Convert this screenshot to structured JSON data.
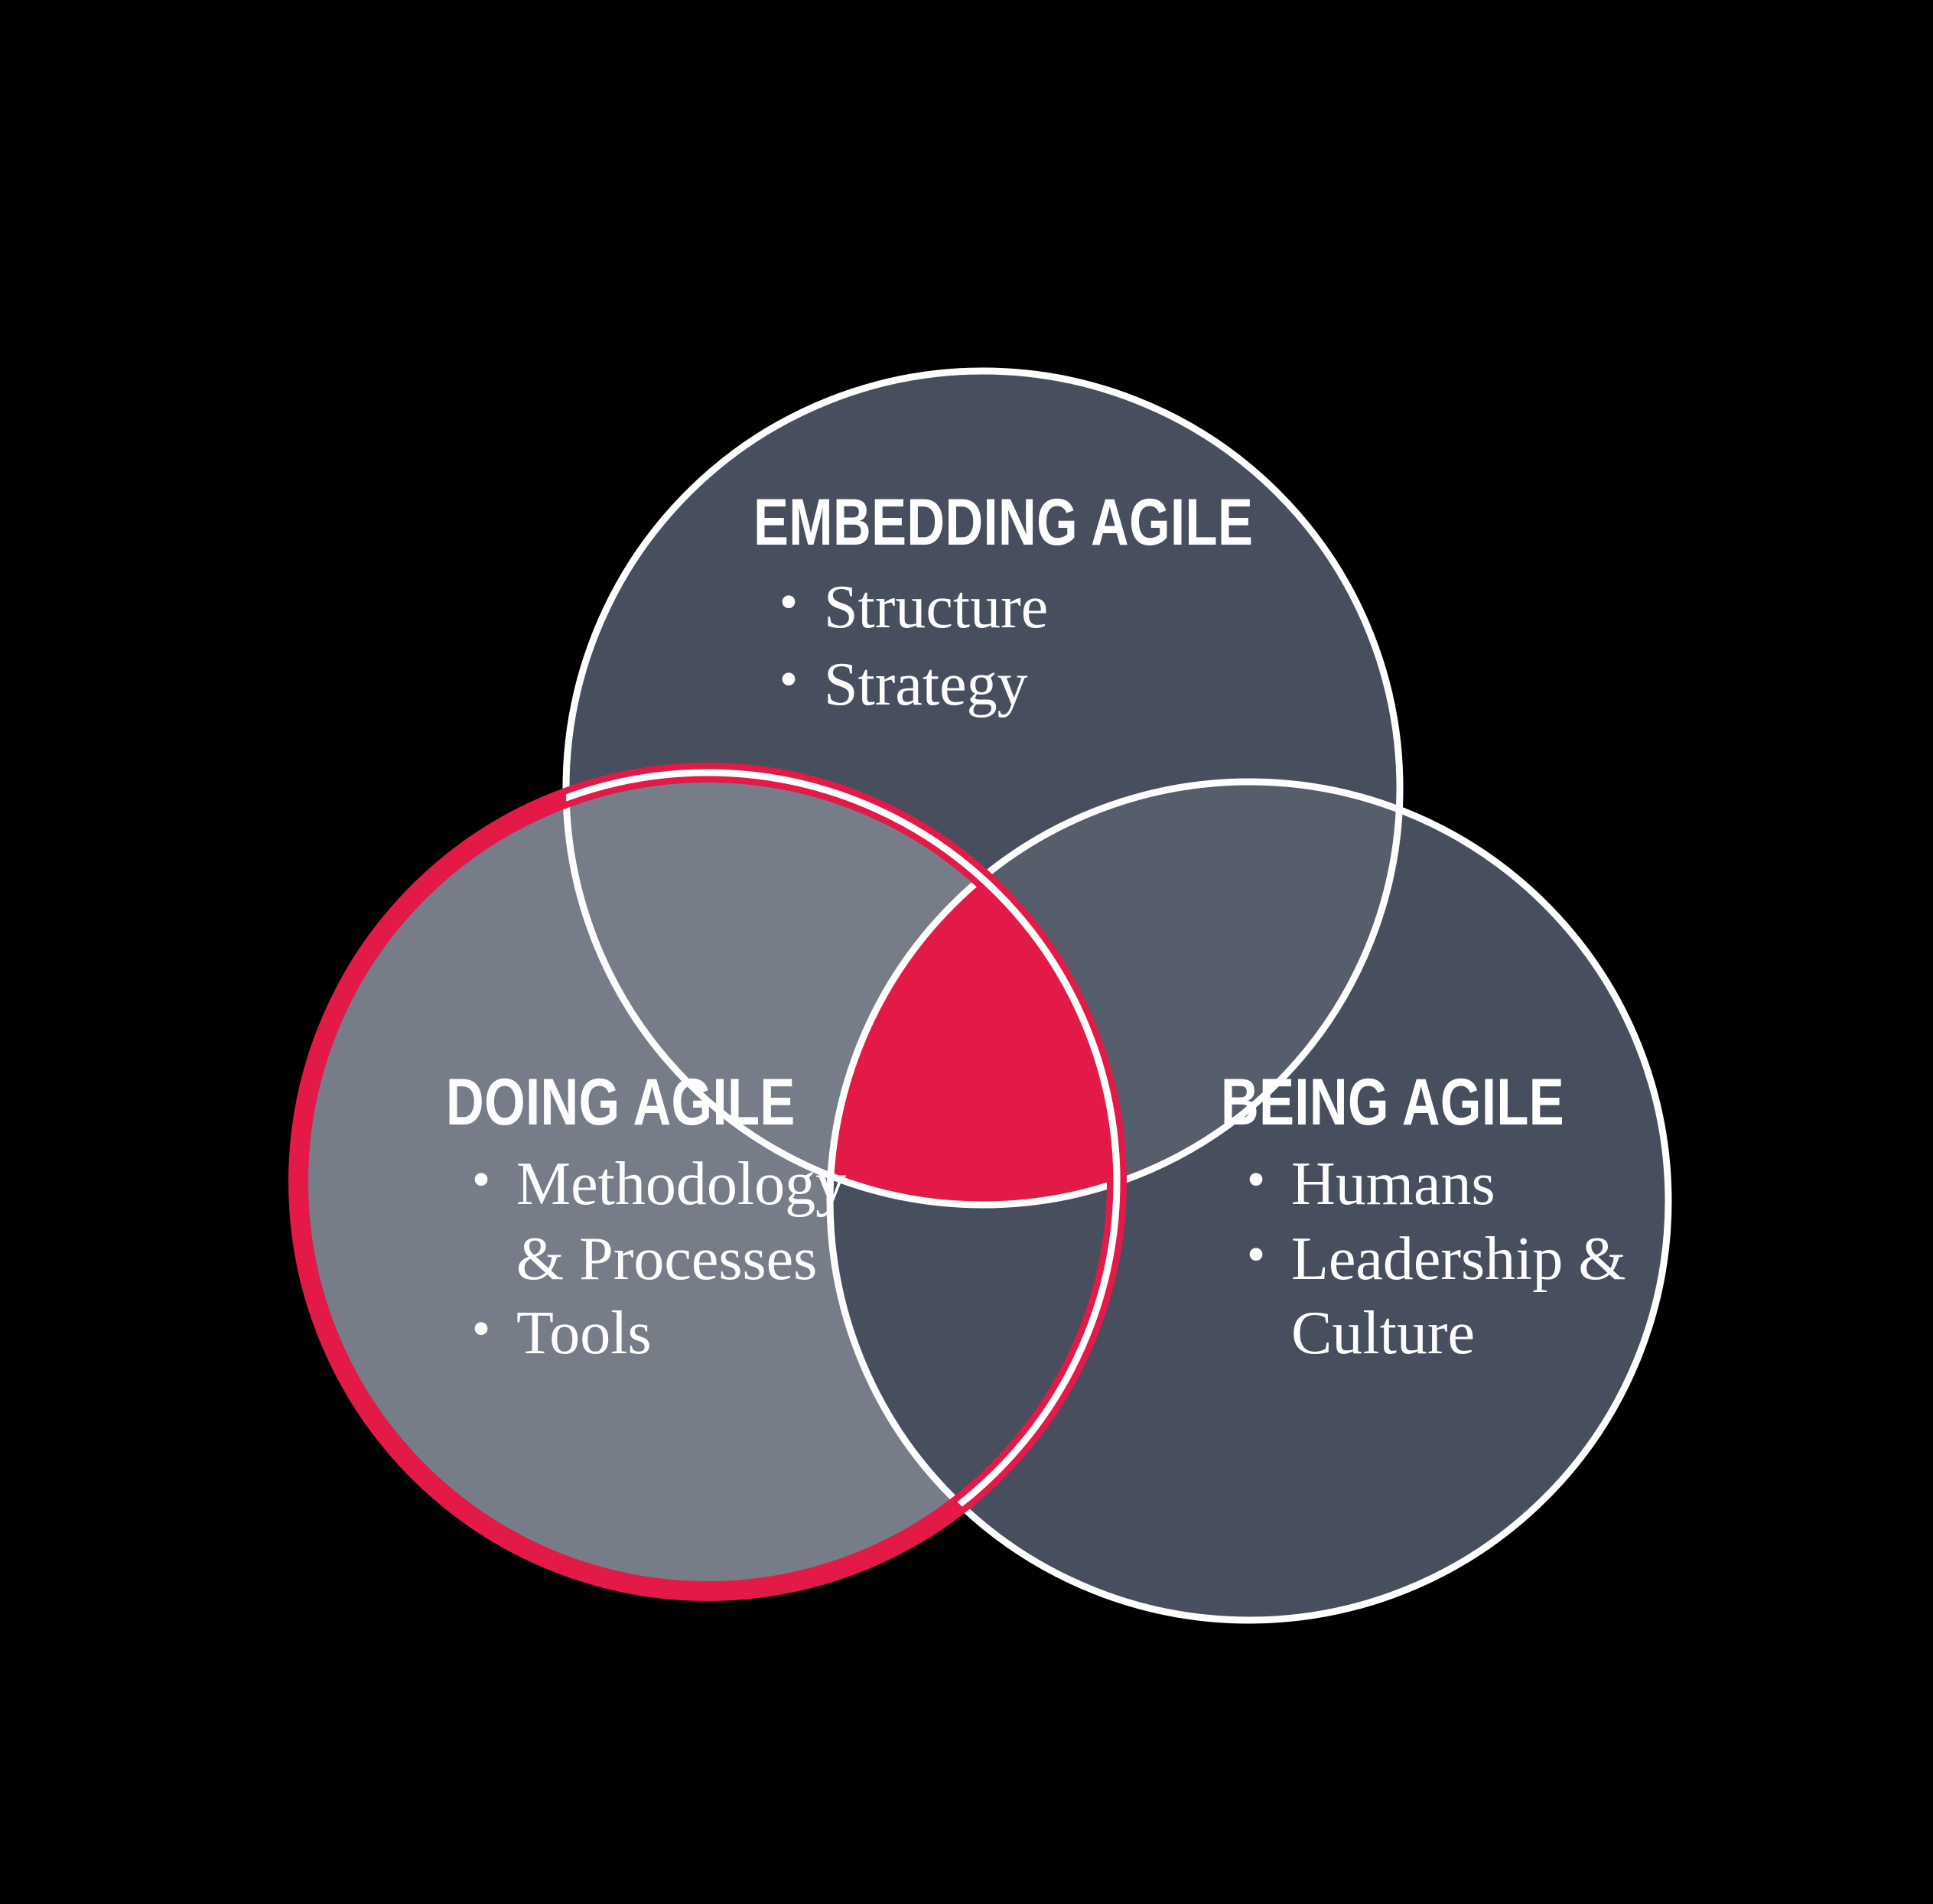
{
  "diagram": {
    "type": "venn-3-circle",
    "background_color": "#000000",
    "title": "",
    "accent_color": "#E31A48",
    "outline_color": "#FFFFFF",
    "circles": [
      {
        "id": "embedding",
        "heading": "EMBEDDING AGILE",
        "fill_color": "#474E5E",
        "stroke_color": "#FFFFFF",
        "bullet_symbol": "•",
        "bullets": [
          "Structure",
          "Strategy"
        ]
      },
      {
        "id": "doing",
        "heading": "DOING AGILE",
        "fill_color": "#767D89",
        "stroke_color": "#E31A48",
        "bullet_symbol": "•",
        "bullets": [
          "Methodology & Processes",
          "Tools"
        ]
      },
      {
        "id": "being",
        "heading": "BEING AGILE",
        "fill_color": "#474E5E",
        "stroke_color": "#FFFFFF",
        "bullet_symbol": "•",
        "bullets": [
          "Humans",
          "Leadership & Culture"
        ]
      }
    ],
    "overlaps": {
      "embedding_doing_color": "#767D89",
      "embedding_being_color": "#565D6B",
      "doing_being_color": "#474E5E",
      "center_all_three_color": "#E31A48"
    }
  }
}
